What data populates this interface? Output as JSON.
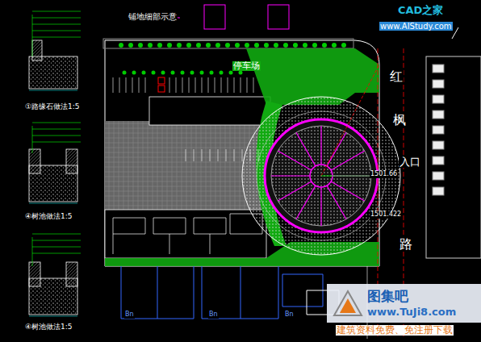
{
  "diagram": {
    "nodes": [
      {
        "text": [
          "图集吧",
          "www.TuJi8.com"
        ]
      }
    ],
    "edges": [],
    "labels": [
      "①路缘石做法1:5",
      "④树池做法1:5",
      "④树池做法1:5",
      "铺地细部示意",
      "停车场",
      "红",
      "枫",
      "入口",
      "路",
      "1501.66",
      "1501.422",
      "Bn",
      "Bn",
      "Bn",
      "CAD之家",
      "www.AIStudy.com",
      "建筑资料免费、免注册下载"
    ]
  }
}
